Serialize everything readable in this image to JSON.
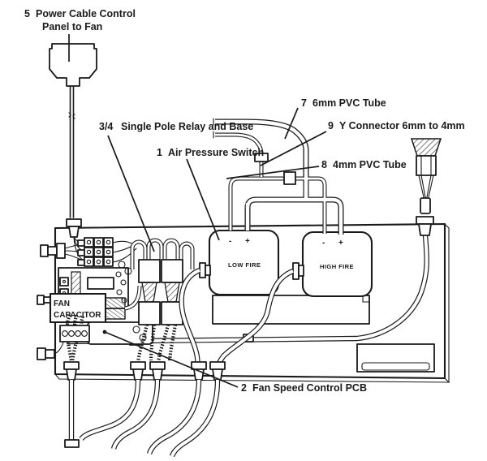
{
  "colors": {
    "background": "#ffffff",
    "ink": "#1a1a1a"
  },
  "callouts": {
    "power_cable": {
      "num": "5",
      "line1": "Power Cable Control",
      "line2": "Panel to Fan"
    },
    "relay": {
      "num": "3/4",
      "text": "Single Pole Relay and Base"
    },
    "air_pressure": {
      "num": "1",
      "text": "Air Pressure Switch"
    },
    "tube_6mm": {
      "num": "7",
      "text": "6mm PVC Tube"
    },
    "y_connector": {
      "num": "9",
      "text": "Y Connector 6mm to 4mm"
    },
    "tube_4mm": {
      "num": "8",
      "text": "4mm PVC Tube"
    },
    "fan_speed_pcb": {
      "num": "2",
      "text": "Fan Speed Control PCB"
    }
  },
  "panel": {
    "fan_capacitor_line1": "FAN",
    "fan_capacitor_line2": "CAPACITOR",
    "low_fire": "LOW FIRE",
    "high_fire": "HIGH FIRE",
    "minus": "-",
    "plus": "+"
  }
}
